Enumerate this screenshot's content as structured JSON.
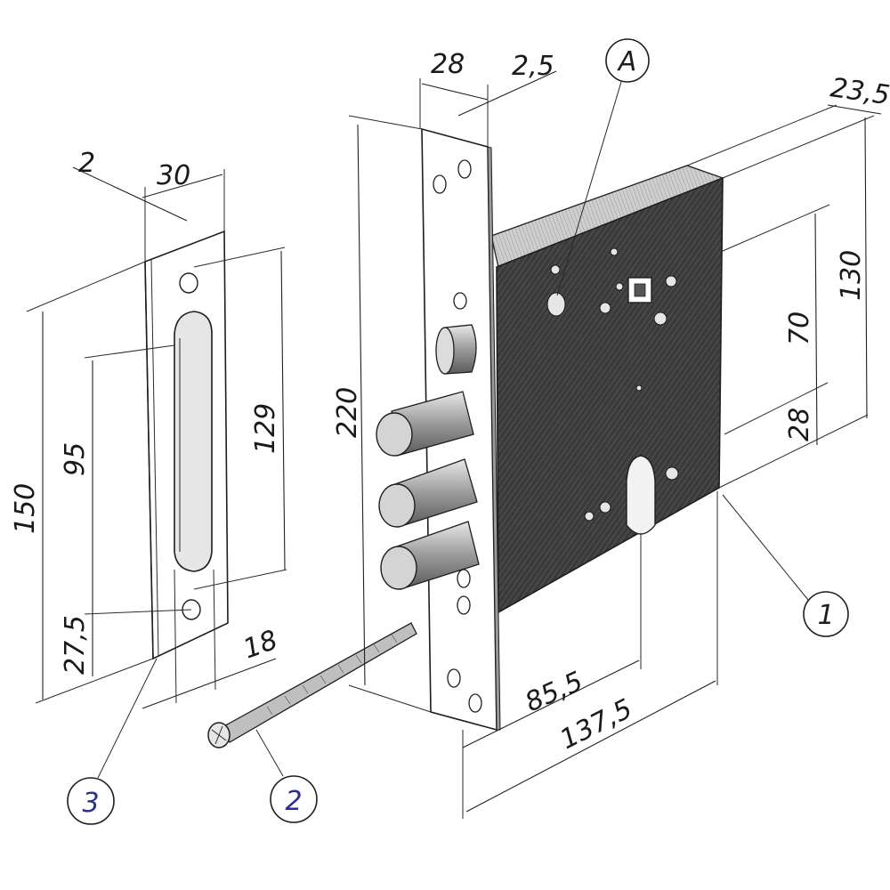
{
  "figure": {
    "callouts": [
      {
        "id": "A",
        "text": "A"
      },
      {
        "id": "c1",
        "text": "1"
      },
      {
        "id": "c2",
        "text": "2"
      },
      {
        "id": "c3",
        "text": "3"
      }
    ],
    "dimensions": {
      "strike_plate_thickness": "2",
      "strike_plate_width": "30",
      "strike_plate_height": "150",
      "strike_slot_offset": "95",
      "strike_slot_length": "129",
      "strike_bottom_offset": "27,5",
      "strike_slot_width": "18",
      "faceplate_width": "28",
      "faceplate_thickness": "2,5",
      "faceplate_height": "220",
      "body_depth": "23,5",
      "body_height": "130",
      "spindle_to_cylinder": "70",
      "cylinder_to_bottom": "28",
      "backset": "85,5",
      "body_length": "137,5"
    },
    "colors": {
      "ink": "#1e1e1e",
      "body_dark": "#3c3c3c",
      "callout_blue": "#2b2f8f"
    }
  }
}
